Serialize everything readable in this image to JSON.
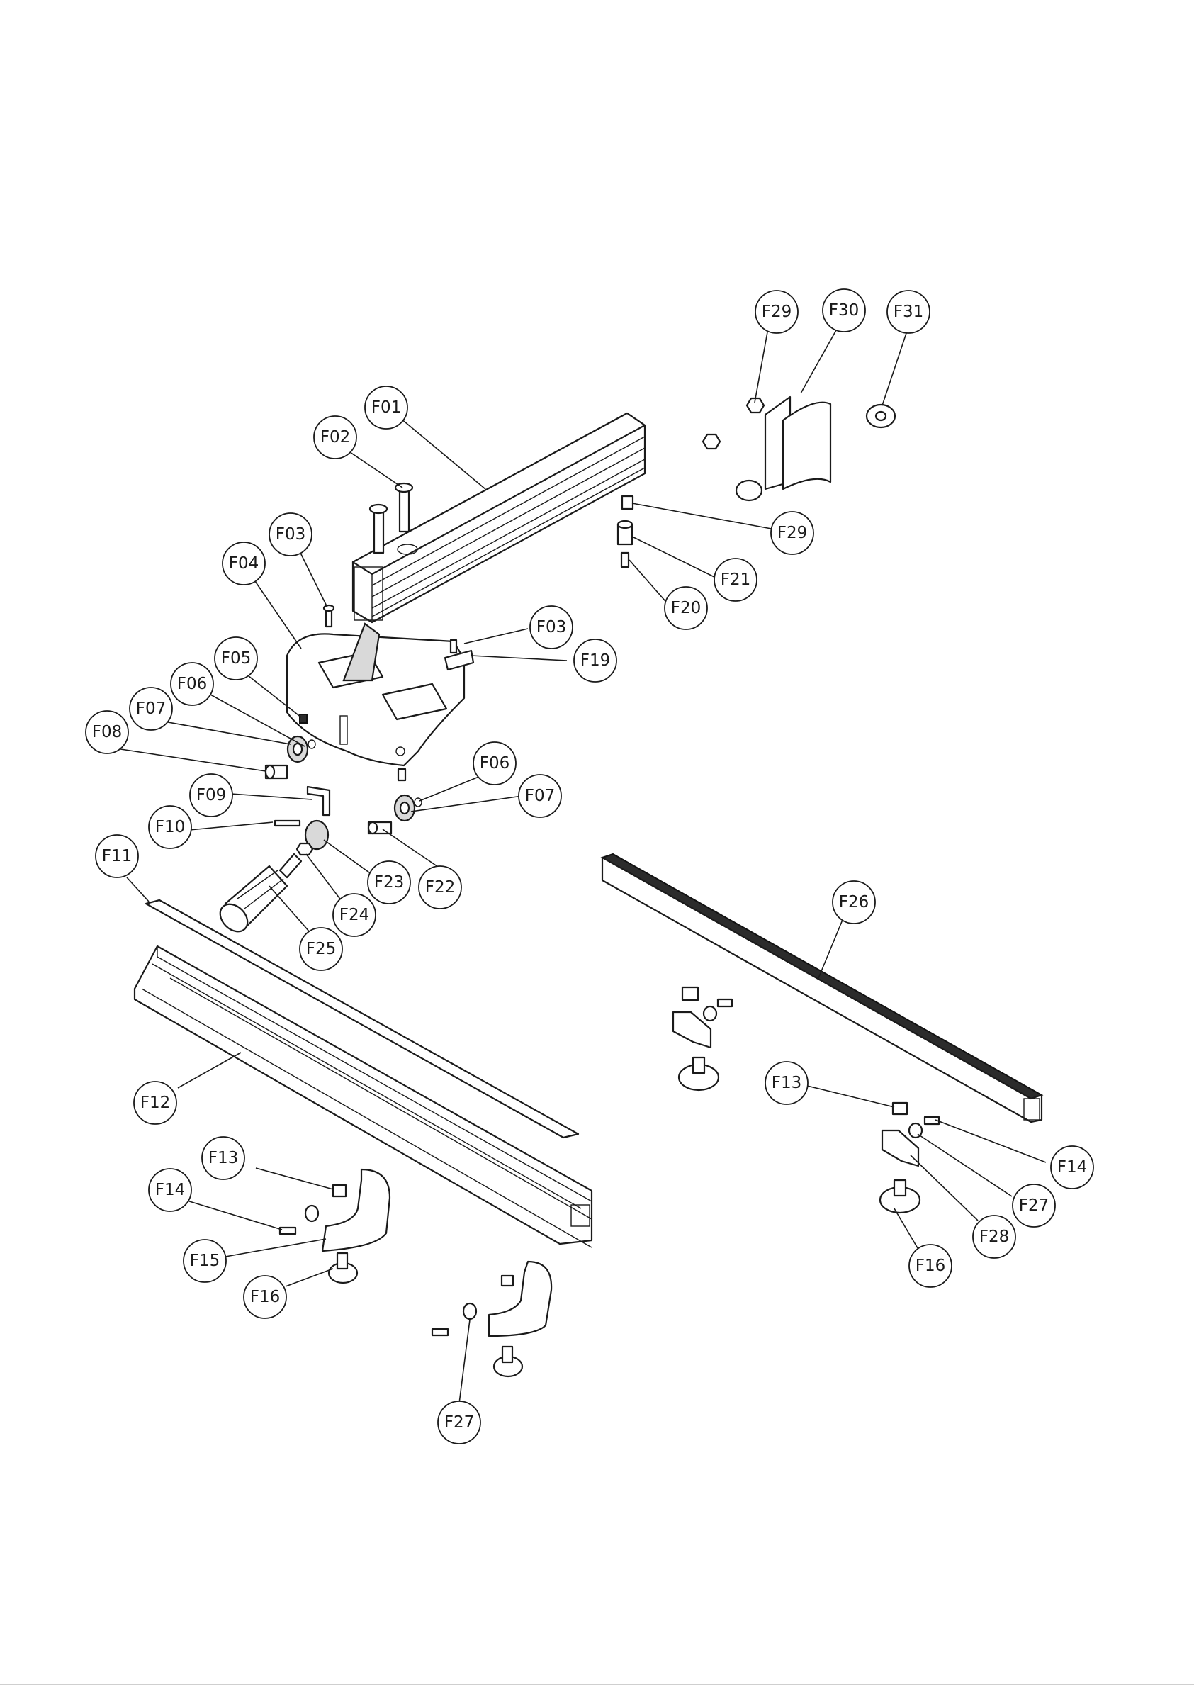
{
  "callouts": {
    "F01": "F01",
    "F02": "F02",
    "F03": "F03",
    "F04": "F04",
    "F05": "F05",
    "F06": "F06",
    "F07": "F07",
    "F08": "F08",
    "F09": "F09",
    "F10": "F10",
    "F11": "F11",
    "F12": "F12",
    "F13": "F13",
    "F14": "F14",
    "F15": "F15",
    "F16": "F16",
    "F19": "F19",
    "F20": "F20",
    "F21": "F21",
    "F22": "F22",
    "F23": "F23",
    "F24": "F24",
    "F25": "F25",
    "F26": "F26",
    "F27": "F27",
    "F28": "F28",
    "F29": "F29",
    "F30": "F30",
    "F31": "F31"
  }
}
